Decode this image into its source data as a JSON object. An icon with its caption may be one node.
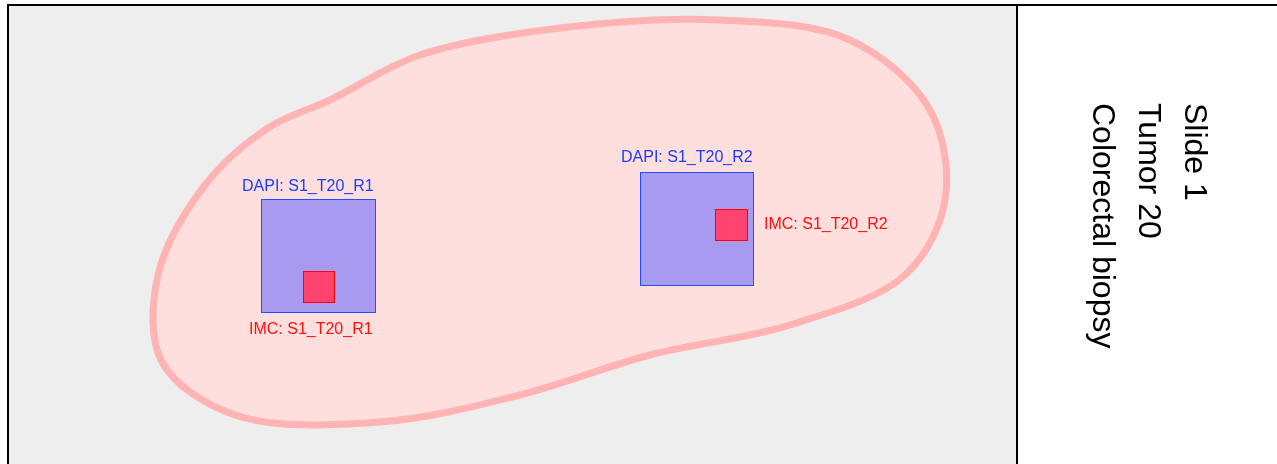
{
  "diagram": {
    "nodes": [
      {
        "text": [],
        "shape": "box"
      },
      {
        "text": [],
        "shape": "blob",
        "in": 0
      },
      {
        "text": [
          "DAPI: S1_T20_R1"
        ],
        "in": 1
      },
      {
        "text": [
          "IMC: S1_T20_R1"
        ],
        "in": 2
      },
      {
        "text": [
          "DAPI: S1_T20_R2"
        ],
        "in": 1
      },
      {
        "text": [
          "IMC: S1_T20_R2"
        ],
        "in": 4
      },
      {
        "text": [
          "Slide 1",
          "Tumor 20",
          "Colorectal biopsy"
        ]
      }
    ],
    "edges": []
  }
}
